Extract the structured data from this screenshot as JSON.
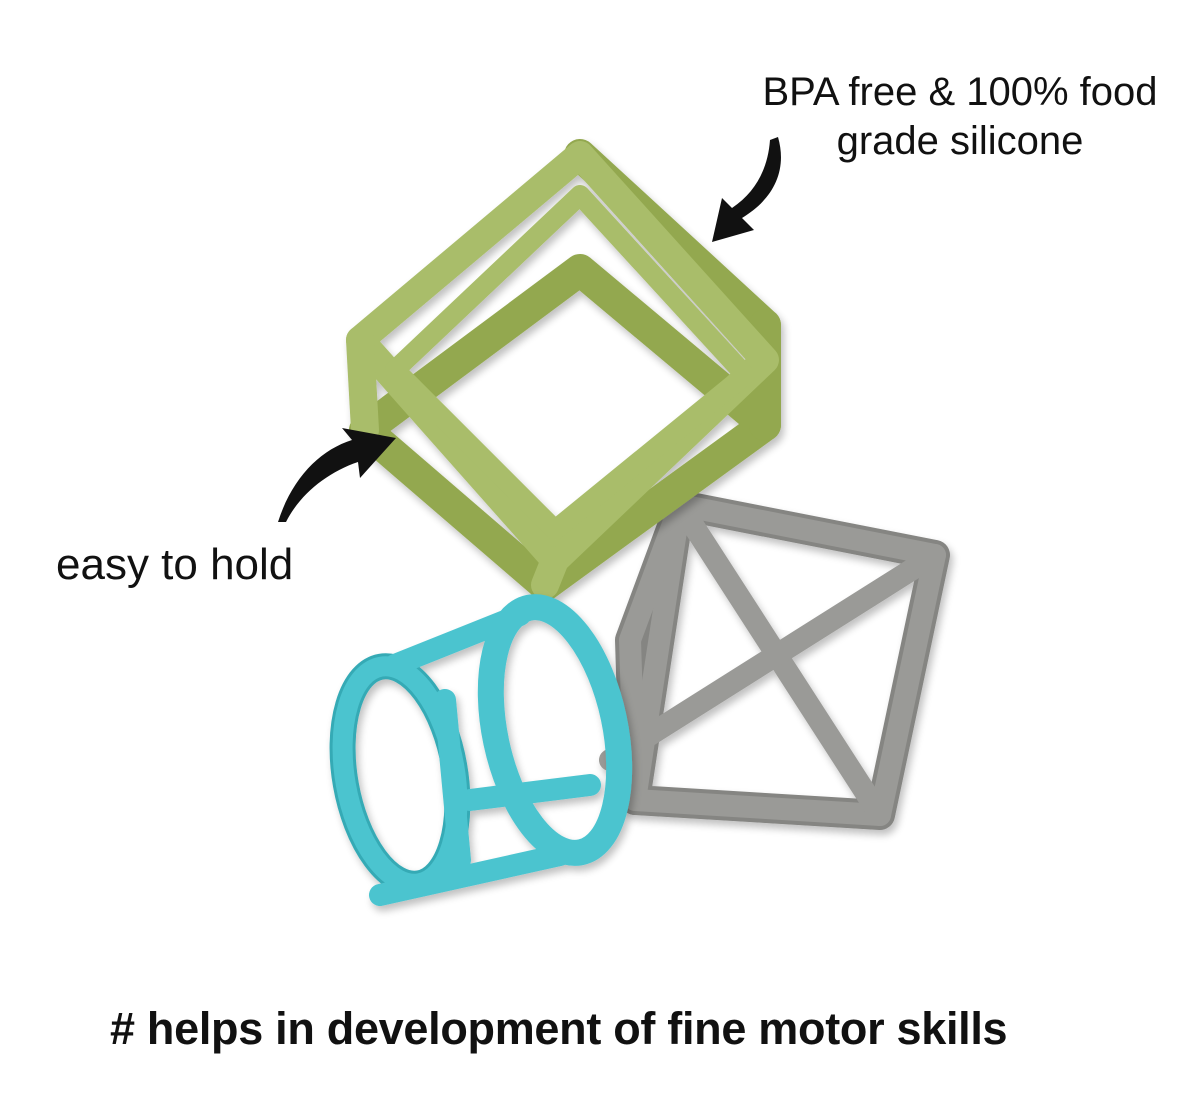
{
  "annotations": {
    "material": {
      "line1": "BPA free & 100% food",
      "line2": "grade silicone"
    },
    "grip": "easy to hold",
    "benefit": "# helps in development of fine motor skills"
  },
  "colors": {
    "cube": "#a9bd6a",
    "cube_shade": "#93a84f",
    "octahedron": "#9a9a97",
    "octahedron_shade": "#858582",
    "cylinder": "#4cc4cf",
    "cylinder_shade": "#35aab5",
    "arrow": "#111111",
    "text": "#111111"
  },
  "icons": {
    "material_arrow": "curved-arrow-down-left-icon",
    "grip_arrow": "curved-arrow-up-right-icon"
  }
}
